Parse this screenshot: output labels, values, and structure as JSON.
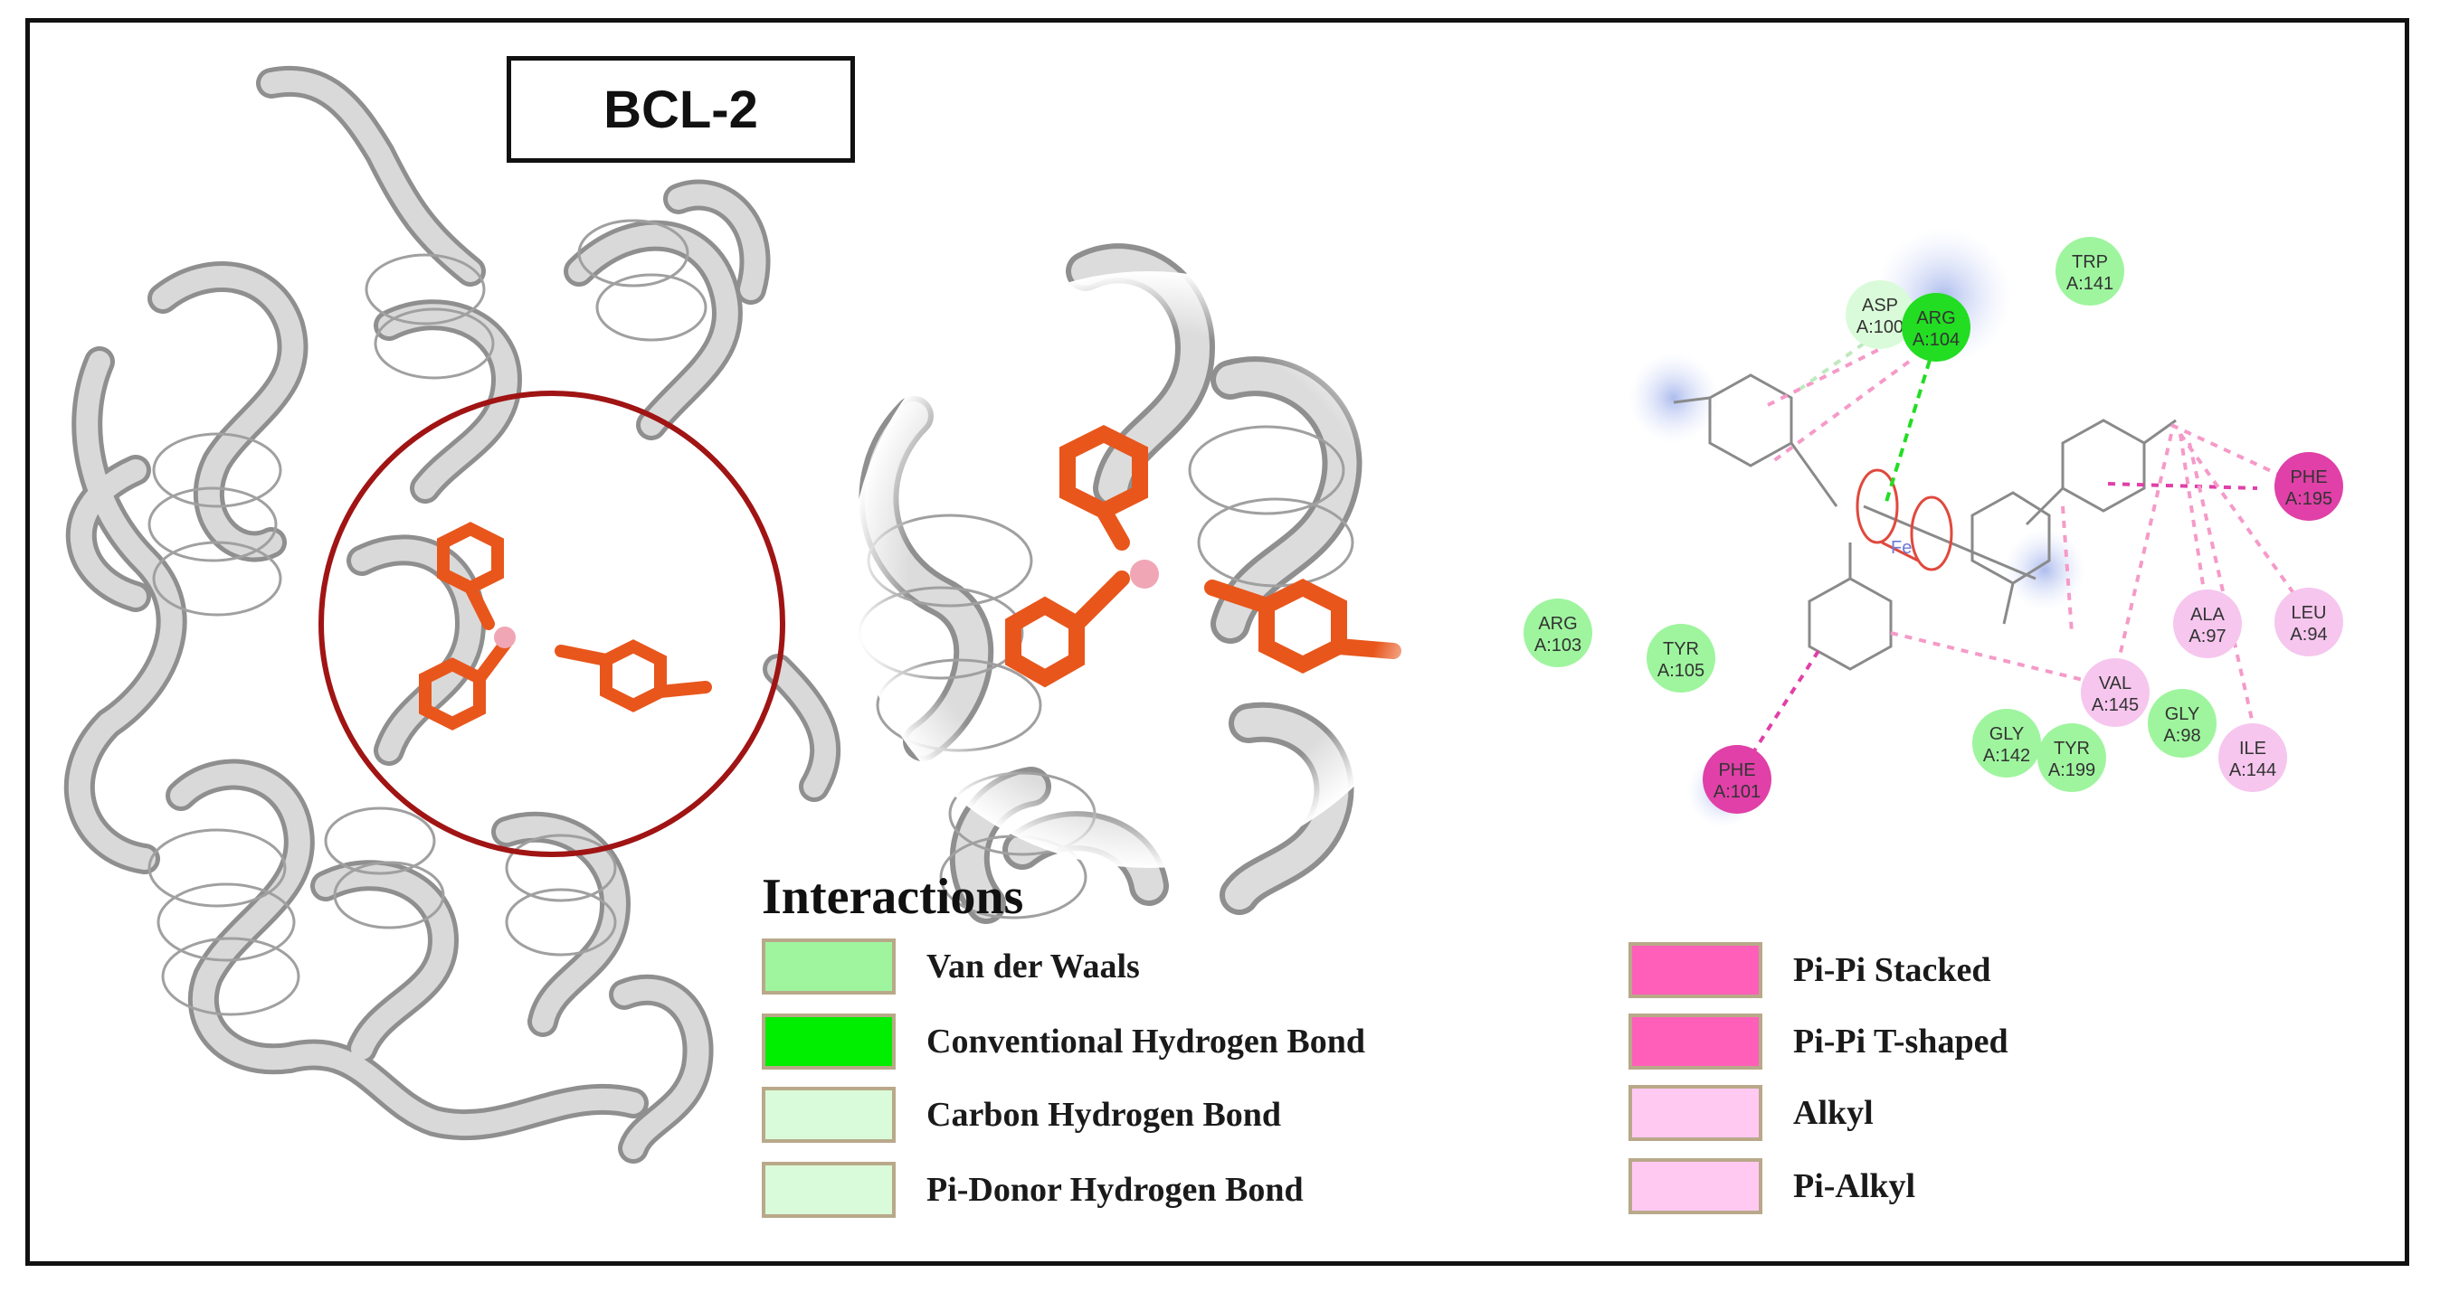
{
  "panel_title": "BCL-2",
  "legend": {
    "heading": "Interactions",
    "left_items": [
      {
        "label": "Van der Waals",
        "color": "#9ef59e"
      },
      {
        "label": "Conventional Hydrogen Bond",
        "color": "#00ee00"
      },
      {
        "label": "Carbon Hydrogen Bond",
        "color": "#d9fbd9"
      },
      {
        "label": "Pi-Donor Hydrogen Bond",
        "color": "#d9fbd9"
      }
    ],
    "right_items": [
      {
        "label": "Pi-Pi Stacked",
        "color": "#ff5fb8"
      },
      {
        "label": "Pi-Pi T-shaped",
        "color": "#ff5fb8"
      },
      {
        "label": "Alkyl",
        "color": "#ffc9f2"
      },
      {
        "label": "Pi-Alkyl",
        "color": "#ffc9f2"
      }
    ]
  },
  "residues": [
    {
      "name": "TRP",
      "num": "A:141",
      "type": "vdw"
    },
    {
      "name": "ASP",
      "num": "A:100",
      "type": "carbon_h"
    },
    {
      "name": "ARG",
      "num": "A:104",
      "type": "conventional_h"
    },
    {
      "name": "PHE",
      "num": "A:195",
      "type": "pi_pi"
    },
    {
      "name": "ALA",
      "num": "A:97",
      "type": "alkyl"
    },
    {
      "name": "LEU",
      "num": "A:94",
      "type": "alkyl"
    },
    {
      "name": "ARG",
      "num": "A:103",
      "type": "vdw"
    },
    {
      "name": "TYR",
      "num": "A:105",
      "type": "vdw"
    },
    {
      "name": "VAL",
      "num": "A:145",
      "type": "alkyl"
    },
    {
      "name": "GLY",
      "num": "A:98",
      "type": "vdw"
    },
    {
      "name": "GLY",
      "num": "A:142",
      "type": "vdw"
    },
    {
      "name": "TYR",
      "num": "A:199",
      "type": "vdw"
    },
    {
      "name": "ILE",
      "num": "A:144",
      "type": "alkyl"
    },
    {
      "name": "PHE",
      "num": "A:101",
      "type": "pi_pi"
    }
  ],
  "colors": {
    "frame": "#111111",
    "ribbon": "#d4d4d4",
    "ribbon_edge": "#8f8f8f",
    "ligand": "#e8561c",
    "highlight_circle": "#a01414",
    "vdw": "#9ef59e",
    "conventional_h": "#22dd22",
    "carbon_h": "#d9fbd9",
    "pi_pi": "#e040a8",
    "alkyl": "#f6c6ee"
  }
}
